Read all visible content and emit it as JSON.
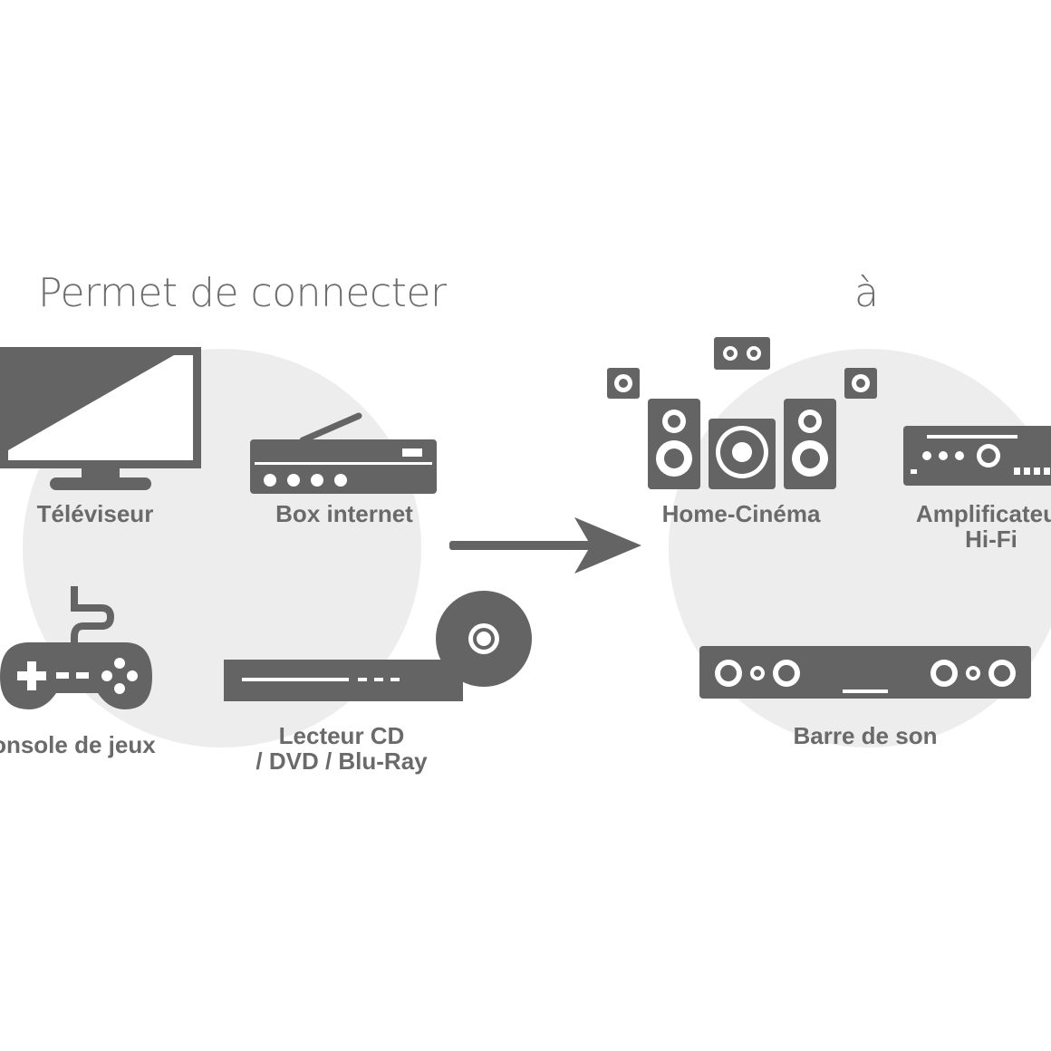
{
  "headings": {
    "source": "Permet de connecter",
    "target": "à"
  },
  "sources": {
    "tv": "Téléviseur",
    "box": "Box internet",
    "console": "Console de jeux",
    "player_line1": "Lecteur CD",
    "player_line2": "/ DVD / Blu-Ray"
  },
  "targets": {
    "home_cinema": "Home-Cinéma",
    "amp_line1": "Amplificateur",
    "amp_line2": "Hi-Fi",
    "soundbar": "Barre de son"
  },
  "icons": {
    "tv": "television-icon",
    "box": "internet-box-icon",
    "console": "gamepad-icon",
    "player": "disc-player-icon",
    "home_cinema": "home-cinema-speakers-icon",
    "amp": "amplifier-icon",
    "soundbar": "soundbar-icon",
    "arrow": "arrow-right-icon"
  },
  "colors": {
    "icon": "#646464",
    "text": "#6a6a6a",
    "circle": "#ededed",
    "background": "#ffffff"
  }
}
